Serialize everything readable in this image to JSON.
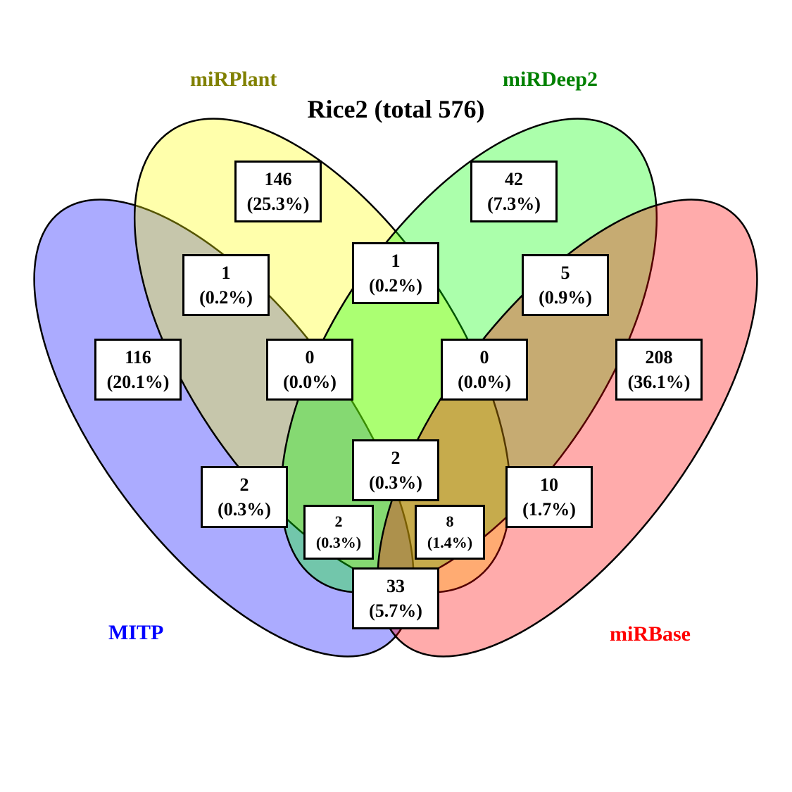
{
  "chart_data": {
    "type": "venn",
    "title": "Rice2 (total 576)",
    "sets": [
      {
        "name": "MITP",
        "color": "#0000ff"
      },
      {
        "name": "miRPlant",
        "color": "#808000"
      },
      {
        "name": "miRDeep2",
        "color": "#008000"
      },
      {
        "name": "miRBase",
        "color": "#ff0000"
      }
    ],
    "fills": {
      "MITP": "#0000ff",
      "miRPlant": "#ffff00",
      "miRDeep2": "#00ff00",
      "miRBase": "#ff0000"
    },
    "regions": [
      {
        "sets": [
          "miRPlant"
        ],
        "count": "146",
        "pct": "(25.3%)"
      },
      {
        "sets": [
          "miRDeep2"
        ],
        "count": "42",
        "pct": "(7.3%)"
      },
      {
        "sets": [
          "MITP",
          "miRPlant"
        ],
        "count": "1",
        "pct": "(0.2%)"
      },
      {
        "sets": [
          "miRPlant",
          "miRDeep2"
        ],
        "count": "1",
        "pct": "(0.2%)"
      },
      {
        "sets": [
          "miRDeep2",
          "miRBase"
        ],
        "count": "5",
        "pct": "(0.9%)"
      },
      {
        "sets": [
          "MITP"
        ],
        "count": "116",
        "pct": "(20.1%)"
      },
      {
        "sets": [
          "MITP",
          "miRPlant",
          "miRDeep2"
        ],
        "count": "0",
        "pct": "(0.0%)"
      },
      {
        "sets": [
          "miRPlant",
          "miRDeep2",
          "miRBase"
        ],
        "count": "0",
        "pct": "(0.0%)"
      },
      {
        "sets": [
          "miRBase"
        ],
        "count": "208",
        "pct": "(36.1%)"
      },
      {
        "sets": [
          "MITP",
          "miRPlant",
          "miRDeep2",
          "miRBase"
        ],
        "count": "2",
        "pct": "(0.3%)"
      },
      {
        "sets": [
          "MITP",
          "miRDeep2"
        ],
        "count": "2",
        "pct": "(0.3%)"
      },
      {
        "sets": [
          "miRPlant",
          "miRBase"
        ],
        "count": "10",
        "pct": "(1.7%)"
      },
      {
        "sets": [
          "MITP",
          "miRDeep2",
          "miRBase"
        ],
        "count": "2",
        "pct": "(0.3%)"
      },
      {
        "sets": [
          "MITP",
          "miRPlant",
          "miRBase"
        ],
        "count": "8",
        "pct": "(1.4%)"
      },
      {
        "sets": [
          "MITP",
          "miRBase"
        ],
        "count": "33",
        "pct": "(5.7%)"
      }
    ]
  }
}
